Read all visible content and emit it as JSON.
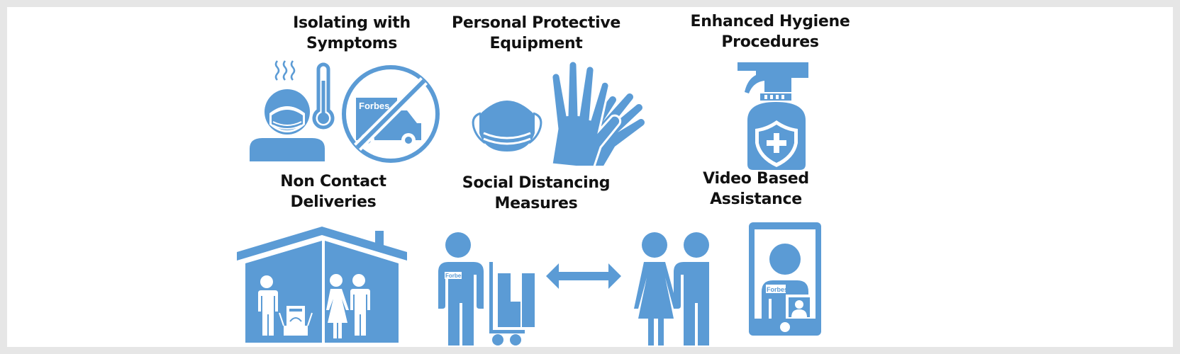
{
  "infographic": {
    "accent_color": "#5b9bd5",
    "background_color": "#ffffff",
    "border_color": "#e6e6e6",
    "sections": [
      {
        "id": "isolating",
        "title_line1": "Isolating with",
        "title_line2": "Symptoms",
        "icons": [
          "masked-person-icon",
          "heat-waves-icon",
          "thermometer-icon",
          "no-delivery-van-icon"
        ]
      },
      {
        "id": "ppe",
        "title_line1": "Personal Protective",
        "title_line2": "Equipment",
        "icons": [
          "face-mask-icon",
          "gloves-icon"
        ]
      },
      {
        "id": "hygiene",
        "title_line1": "Enhanced Hygiene",
        "title_line2": "Procedures",
        "icons": [
          "sanitizer-spray-bottle-icon",
          "shield-cross-icon"
        ]
      },
      {
        "id": "non-contact",
        "title_line1": "Non Contact",
        "title_line2": "Deliveries",
        "icons": [
          "house-icon",
          "delivery-person-icon",
          "appliance-box-icon",
          "couple-icon"
        ]
      },
      {
        "id": "social-distancing",
        "title_line1": "Social Distancing",
        "title_line2": "Measures",
        "icons": [
          "delivery-person-icon",
          "hand-truck-boxes-icon",
          "double-arrow-icon",
          "woman-icon",
          "man-icon"
        ]
      },
      {
        "id": "video",
        "title_line1": "Video Based",
        "title_line2": "Assistance",
        "icons": [
          "tablet-icon",
          "video-call-person-icon",
          "user-thumbnail-icon"
        ]
      }
    ],
    "brand_text": "Forbes"
  }
}
